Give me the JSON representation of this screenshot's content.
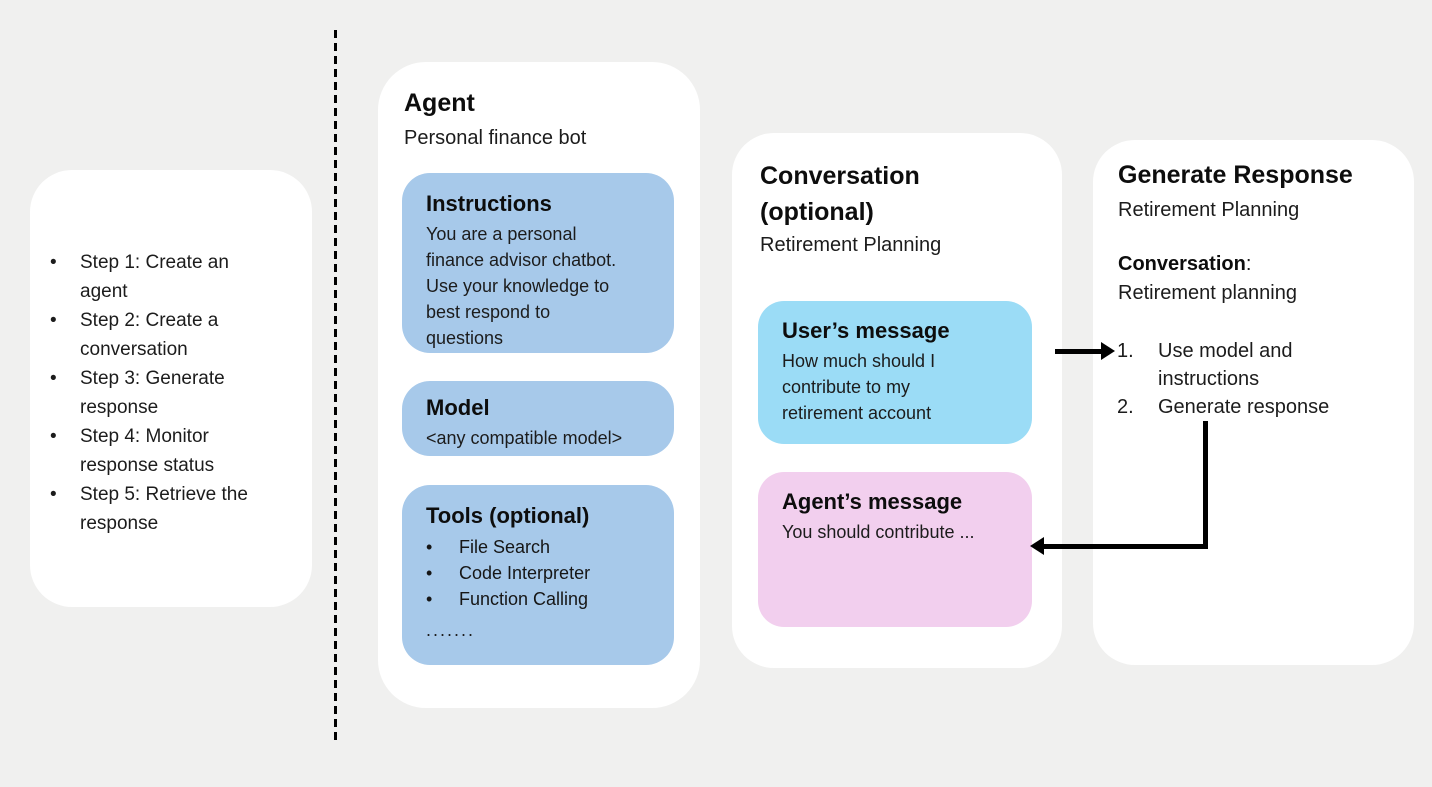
{
  "ui": {
    "bullet_glyph": "•"
  },
  "colors": {
    "canvas_bg": "#f0f0ef",
    "card_bg": "#ffffff",
    "blue_box": "#a7c9ea",
    "cyan_box": "#9bdcf6",
    "pink_box": "#f2cfee",
    "arrow": "#000000"
  },
  "steps_panel": {
    "items": [
      {
        "lines": [
          "Step 1: Create an",
          "agent"
        ]
      },
      {
        "lines": [
          "Step 2: Create a",
          "conversation"
        ]
      },
      {
        "lines": [
          "Step 3: Generate",
          "response"
        ]
      },
      {
        "lines": [
          "Step 4: Monitor",
          "response status"
        ]
      },
      {
        "lines": [
          "Step 5: Retrieve the",
          "response"
        ]
      }
    ]
  },
  "agent_card": {
    "title": "Agent",
    "subtitle": "Personal finance bot",
    "instructions": {
      "title": "Instructions",
      "body_lines": [
        "You are a personal",
        "finance advisor chatbot.",
        "Use your knowledge to",
        "best respond to",
        "questions"
      ]
    },
    "model": {
      "title": "Model",
      "body": "<any compatible model>"
    },
    "tools": {
      "title": "Tools (optional)",
      "items": [
        "File Search",
        "Code Interpreter",
        "Function Calling"
      ],
      "ellipsis": "......."
    }
  },
  "conversation_card": {
    "title_line1": "Conversation",
    "title_line2": "(optional)",
    "subtitle": "Retirement Planning",
    "user_message": {
      "title": "User’s message",
      "body_lines": [
        "How much should I",
        "contribute to my",
        "retirement account"
      ]
    },
    "agent_message": {
      "title": "Agent’s message",
      "body": "You should contribute ..."
    }
  },
  "generate_card": {
    "title": "Generate Response",
    "subtitle": "Retirement Planning",
    "conversation_label": "Conversation",
    "conversation_colon": ":",
    "conversation_value": "Retirement planning",
    "steps": [
      {
        "num": "1.",
        "lines": [
          "Use model and",
          "instructions"
        ]
      },
      {
        "num": "2.",
        "lines": [
          "Generate response"
        ]
      }
    ]
  }
}
